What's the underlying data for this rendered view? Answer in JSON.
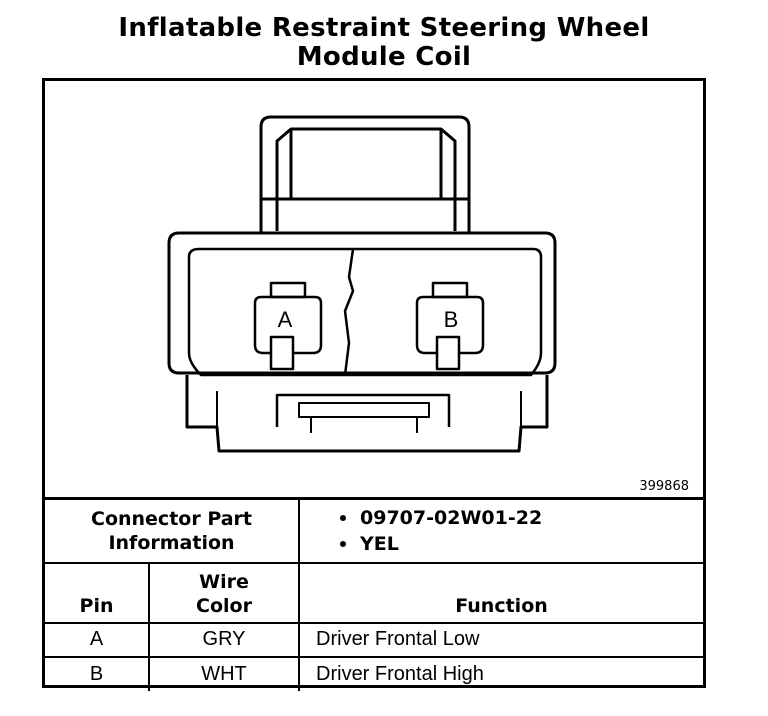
{
  "title": {
    "line1": "Inflatable Restraint Steering Wheel",
    "line2": "Module Coil"
  },
  "diagram": {
    "pin_a_label": "A",
    "pin_b_label": "B",
    "figure_number": "399868"
  },
  "connector_info": {
    "label_line1": "Connector Part",
    "label_line2": "Information",
    "items": [
      "09707-02W01-22",
      "YEL"
    ]
  },
  "table": {
    "headers": {
      "pin": "Pin",
      "wire_color_line1": "Wire",
      "wire_color_line2": "Color",
      "function": "Function"
    },
    "rows": [
      {
        "pin": "A",
        "wire_color": "GRY",
        "function": "Driver Frontal Low"
      },
      {
        "pin": "B",
        "wire_color": "WHT",
        "function": "Driver Frontal High"
      }
    ]
  }
}
